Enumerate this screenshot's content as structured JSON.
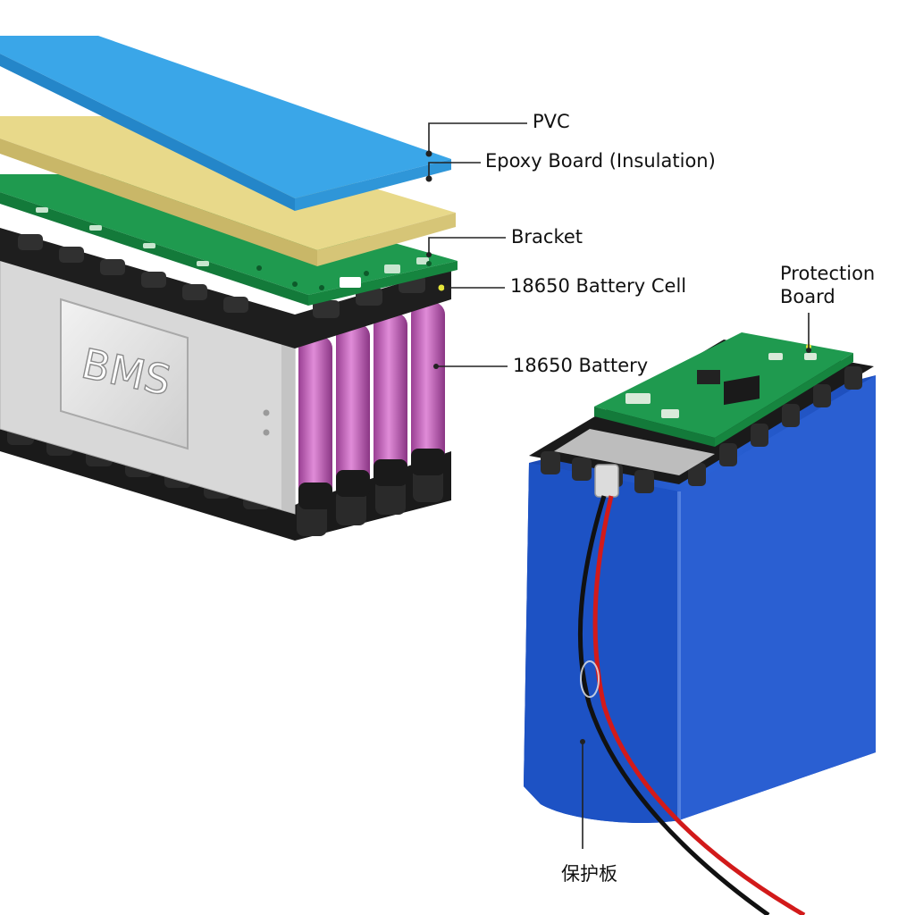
{
  "colors": {
    "background": "#ffffff",
    "pvc_film": "#3aa6e8",
    "epoxy_board": "#e8d98a",
    "pcb_green": "#1f9a4f",
    "cell_pink": "#c85ec0",
    "cell_holder": "#1a1a1a",
    "bms_plate": "#d9d9d9",
    "pack_blue": "#1f55c8",
    "wire_red": "#d21a1a",
    "wire_black": "#111111",
    "leader_line": "#222222"
  },
  "labels": {
    "pvc": "PVC",
    "epoxy_board": "Epoxy Board (Insulation)",
    "bracket": "Bracket",
    "battery_cell": "18650 Battery Cell",
    "battery": "18650 Battery",
    "protection_board": "Protection\nBoard",
    "protection_board_cn": "保护板"
  },
  "plate_text": "BMS"
}
